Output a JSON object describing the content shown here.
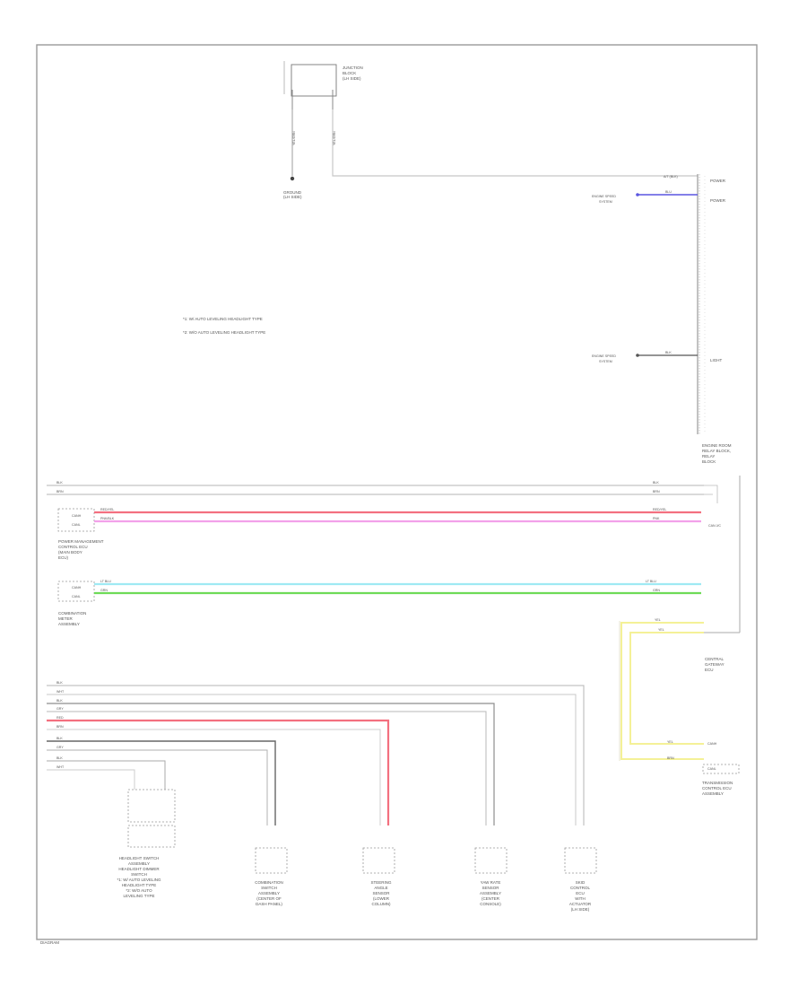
{
  "diagram": {
    "note_lines": [
      "*1: W/ AUTO LEVELING HEADLIGHT TYPE",
      "*2: W/O AUTO LEVELING HEADLIGHT TYPE"
    ],
    "corner_id": "DIAGRAM",
    "top_components": {
      "junction_block": [
        "JUNCTION",
        "BLOCK",
        "(LH SIDE)"
      ],
      "ground": [
        "GROUND",
        "(LH SIDE)"
      ],
      "wire_labels": [
        "YEL/GRN",
        "YEL/GRN"
      ]
    },
    "right_module": {
      "label": [
        "ENGINE ROOM",
        "RELAY BLOCK,",
        "RELAY",
        "BLOCK"
      ],
      "top_label": "POWER",
      "pin_labels": [
        "A/T (BLK)",
        "POWER"
      ],
      "side_sources": [
        {
          "label": [
            "ENGINE SPEED",
            "SYSTEM"
          ],
          "code": "BLU"
        },
        {
          "label": [
            "ENGINE SPEED",
            "SYSTEM"
          ],
          "code": "BLK"
        }
      ],
      "ground_label": "LIGHT"
    },
    "bus_left_labels": [
      "BLK",
      "BRN"
    ],
    "bus_right_labels": [
      "BLK",
      "BRN"
    ],
    "ecu_can": {
      "label": [
        "POWER MANAGEMENT",
        "CONTROL ECU",
        "(MAIN BODY",
        "ECU)"
      ],
      "pins": [
        "CANH",
        "CANL"
      ],
      "wire_labels": [
        "RED/YEL",
        "PNK/BLK"
      ],
      "right_labels": [
        "RED/YEL",
        "PNK"
      ]
    },
    "combo_meter": {
      "label": [
        "COMBINATION",
        "METER",
        "ASSEMBLY"
      ],
      "pins": [
        "CANH",
        "CANL"
      ],
      "wire_labels": [
        "LT BLU",
        "GRN"
      ],
      "right_labels": [
        "LT BLU",
        "GRN"
      ]
    },
    "gateway": {
      "top_label": "CAN J/C",
      "label": [
        "CENTRAL",
        "GATEWAY",
        "ECU"
      ]
    },
    "transmission": {
      "wire_labels": [
        "YEL",
        "YEL",
        "YEL",
        "BRN"
      ],
      "pin_labels": [
        "CANH",
        "CANL"
      ],
      "label": [
        "TRANSMISSION",
        "CONTROL ECU",
        "ASSEMBLY"
      ]
    },
    "lower_bus_labels": [
      "BLK",
      "WHT",
      "BLK",
      "GRY",
      "RED",
      "BRN",
      "BLK",
      "GRY",
      "BLK",
      "WHT"
    ],
    "lower_components": [
      {
        "label": [
          "HEADLIGHT SWITCH",
          "ASSEMBLY",
          "HEADLIGHT DIMMER",
          "SWITCH",
          "*1: W/ AUTO LEVELING",
          "HEADLIGHT TYPE",
          "*2: W/O AUTO",
          "LEVELING TYPE"
        ]
      },
      {
        "label": [
          "COMBINATION",
          "SWITCH",
          "ASSEMBLY",
          "(CENTER OF",
          "DASH PANEL)"
        ]
      },
      {
        "label": [
          "STEERING",
          "ANGLE",
          "SENSOR",
          "(LOWER",
          "COLUMN)"
        ]
      },
      {
        "label": [
          "YAW RATE",
          "SENSOR",
          "ASSEMBLY",
          "(CENTER",
          "CONSOLE)"
        ]
      },
      {
        "label": [
          "SKID",
          "CONTROL",
          "ECU",
          "WITH",
          "ACTUATOR",
          "(LH SIDE)"
        ]
      }
    ],
    "colors": {
      "red": "#f3707f",
      "pink": "#f2a1ea",
      "cyan": "#9fe9f3",
      "green": "#6edb57",
      "yellow": "#f4f197",
      "blue": "#5a55e0",
      "frame": "#9a9a9a",
      "wire_grey": "#aaaaaa"
    }
  }
}
